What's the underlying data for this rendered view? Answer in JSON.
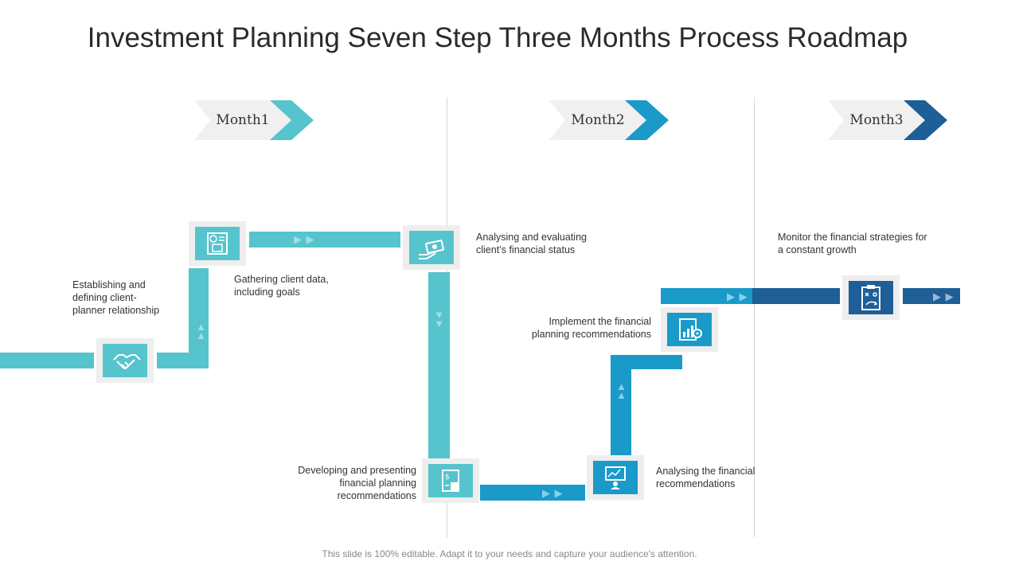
{
  "title": "Investment Planning Seven Step Three Months Process Roadmap",
  "months": [
    {
      "label": "Month1",
      "color": "#56c4cc"
    },
    {
      "label": "Month2",
      "color": "#1a9ac9"
    },
    {
      "label": "Month3",
      "color": "#1d5f96"
    }
  ],
  "steps": [
    {
      "text": "Establishing and defining client-planner relationship",
      "icon": "handshake-icon"
    },
    {
      "text": "Gathering client data, including goals",
      "icon": "document-icon"
    },
    {
      "text": "Analysing and evaluating client’s financial status",
      "icon": "money-hand-icon"
    },
    {
      "text": "Developing  and presenting financial planning recommendations",
      "icon": "calculator-icon"
    },
    {
      "text": "Analysing the financial recommendations",
      "icon": "presentation-icon"
    },
    {
      "text": "Implement the financial planning recommendations",
      "icon": "chart-gear-icon"
    },
    {
      "text": "Monitor the financial strategies for a constant growth",
      "icon": "clipboard-strategy-icon"
    }
  ],
  "colors": {
    "teal": "#56c4cc",
    "blue": "#1a9ac9",
    "navy": "#1d5f96",
    "box": "#eeeeee"
  },
  "footer": "This slide is 100% editable. Adapt it to your needs and capture your audience's attention."
}
